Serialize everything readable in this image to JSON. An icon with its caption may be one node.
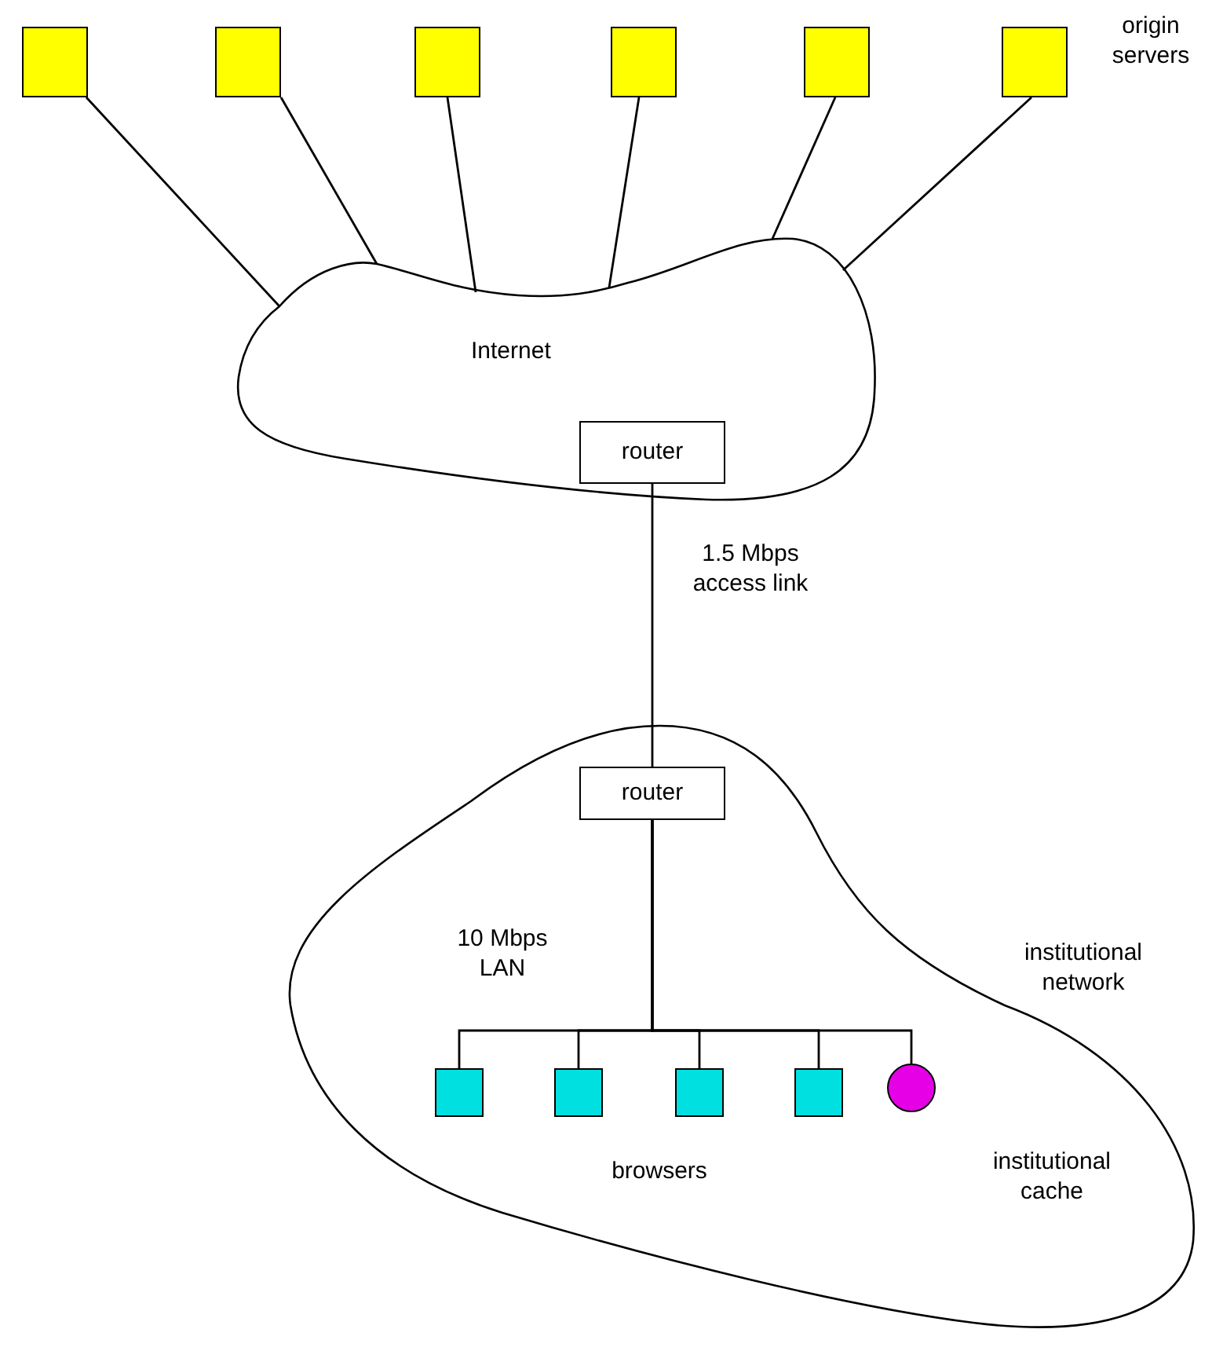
{
  "diagram": {
    "nodes": [
      {
        "text": [],
        "shape": "box"
      },
      {
        "text": [],
        "shape": "box"
      },
      {
        "text": [],
        "shape": "box"
      },
      {
        "text": [],
        "shape": "box"
      },
      {
        "text": [],
        "shape": "box"
      },
      {
        "text": [],
        "shape": "box"
      },
      {
        "text": [
          "Internet"
        ]
      },
      {
        "text": [
          "router"
        ],
        "in": 6
      },
      {
        "text": [],
        "shape": "cloud"
      },
      {
        "text": [
          "router"
        ],
        "in": 8
      },
      {
        "text": [],
        "shape": "box",
        "in": 8
      },
      {
        "text": [],
        "shape": "box",
        "in": 8
      },
      {
        "text": [],
        "shape": "box",
        "in": 8
      },
      {
        "text": [],
        "shape": "box",
        "in": 8
      },
      {
        "text": [],
        "shape": "circle",
        "in": 8
      }
    ],
    "edges": [
      {
        "from": 0,
        "to": 6,
        "arrow": "none"
      },
      {
        "from": 1,
        "to": 6,
        "arrow": "none"
      },
      {
        "from": 2,
        "to": 6,
        "arrow": "none"
      },
      {
        "from": 3,
        "to": 6,
        "arrow": "none"
      },
      {
        "from": 4,
        "to": 6,
        "arrow": "none"
      },
      {
        "from": 5,
        "to": 6,
        "arrow": "none"
      },
      {
        "from": 7,
        "to": 9,
        "arrow": "none",
        "label": "1.5 Mbps access link"
      },
      {
        "from": 9,
        "to": 10,
        "arrow": "none"
      },
      {
        "from": 9,
        "to": 11,
        "arrow": "none"
      },
      {
        "from": 9,
        "to": 12,
        "arrow": "none"
      },
      {
        "from": 9,
        "to": 13,
        "arrow": "none"
      },
      {
        "from": 9,
        "to": 14,
        "arrow": "none"
      }
    ],
    "labels": [
      "origin servers",
      "10 Mbps LAN",
      "institutional network",
      "browsers",
      "institutional cache"
    ]
  }
}
